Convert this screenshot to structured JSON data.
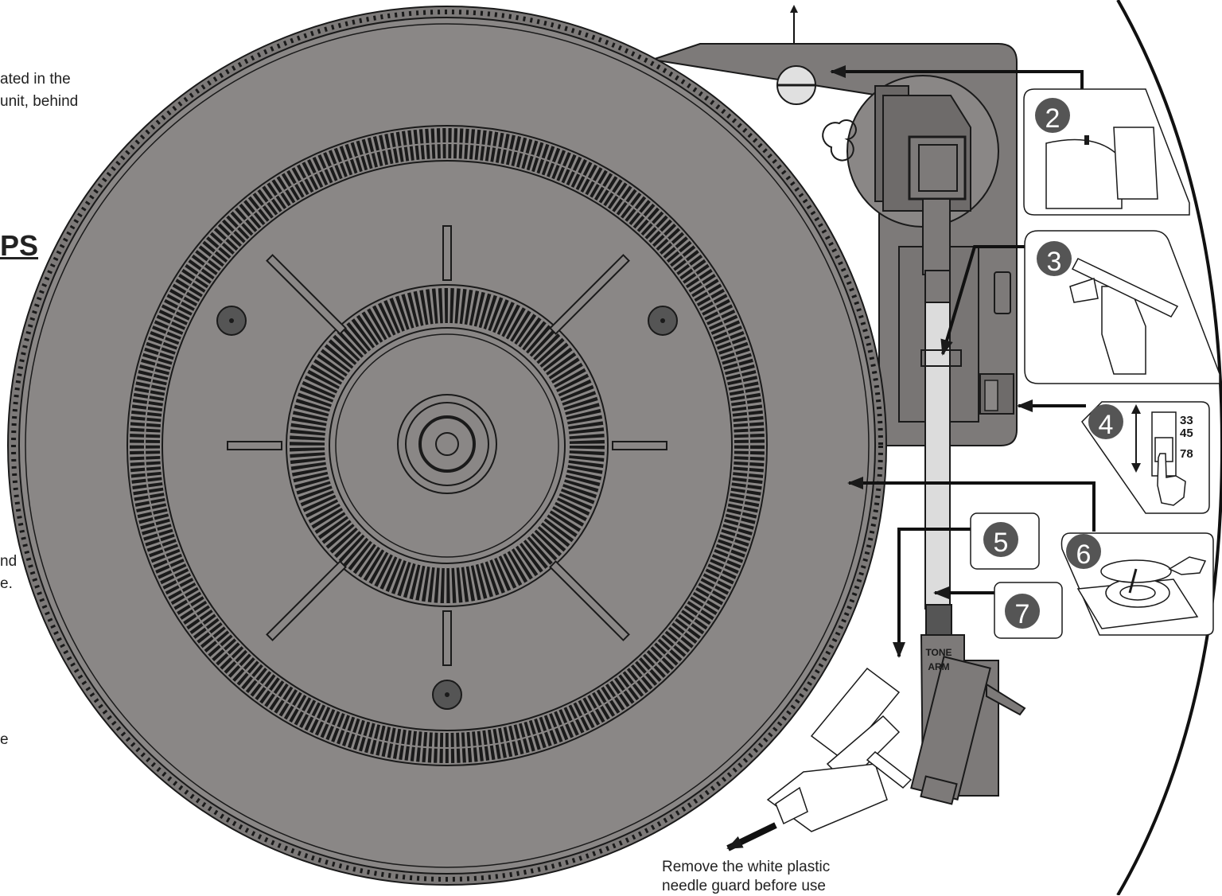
{
  "left_text": {
    "line1": "ated in the",
    "line2": "unit, behind",
    "heading": "PS",
    "frag1": "nd",
    "frag2": "e.",
    "frag3": "e"
  },
  "tone_arm_label": {
    "line1": "TONE",
    "line2": "ARM"
  },
  "needle_note": {
    "line1": "Remove the white plastic",
    "line2": "needle guard before use"
  },
  "steps": [
    "2",
    "3",
    "4",
    "5",
    "6",
    "7"
  ],
  "speed_options": [
    "33",
    "45",
    "78"
  ],
  "colors": {
    "turntable_gray": "#8a8786",
    "body_gray": "#7d7a79",
    "outline": "#1a1a1a",
    "marker_fill": "#555555"
  }
}
